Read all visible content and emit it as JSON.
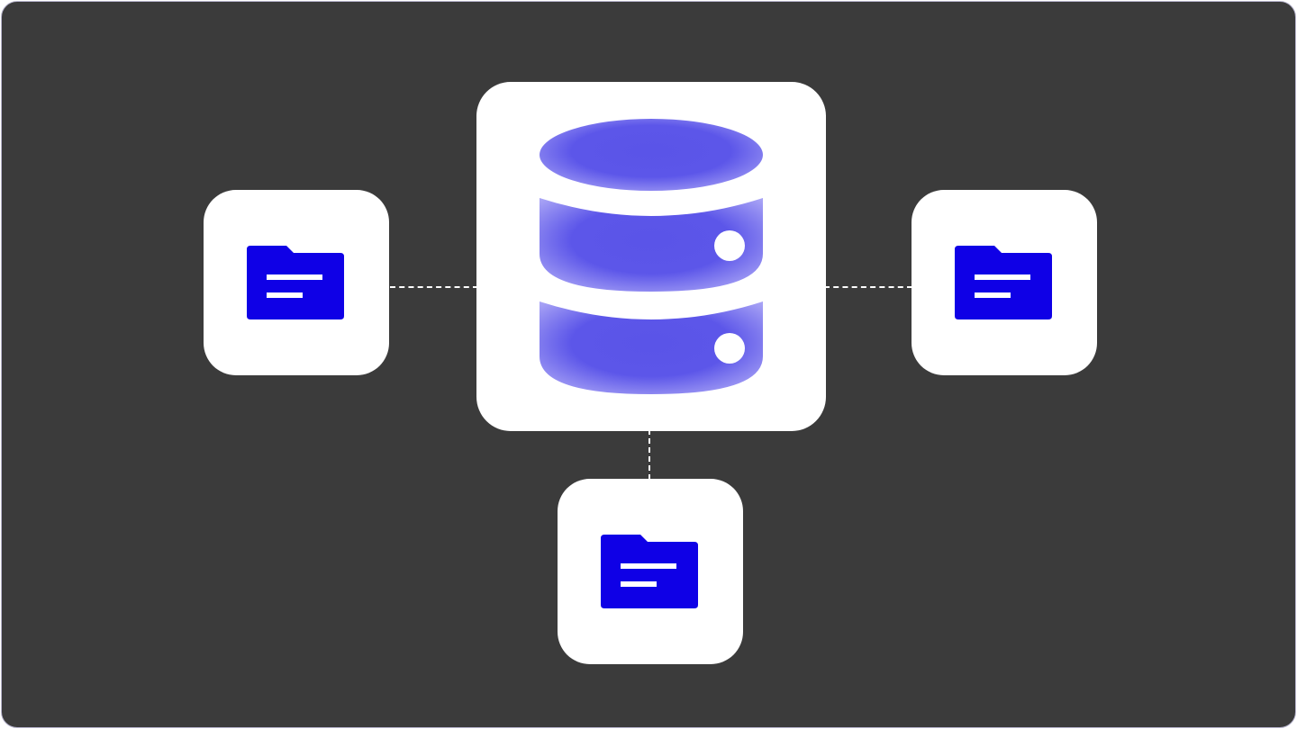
{
  "colors": {
    "background": "#3b3b3b",
    "card": "#ffffff",
    "connector": "#ffffff",
    "folder": "#0f00e6",
    "database_core": "#5a54e8",
    "database_edge": "#a7a2f5"
  },
  "nodes": [
    {
      "id": "database",
      "icon": "database-icon"
    },
    {
      "id": "left-folder",
      "icon": "folder-icon"
    },
    {
      "id": "right-folder",
      "icon": "folder-icon"
    },
    {
      "id": "bottom-folder",
      "icon": "folder-icon"
    }
  ],
  "edges": [
    {
      "from": "left-folder",
      "to": "database",
      "style": "dashed"
    },
    {
      "from": "database",
      "to": "right-folder",
      "style": "dashed"
    },
    {
      "from": "database",
      "to": "bottom-folder",
      "style": "dashed"
    }
  ]
}
